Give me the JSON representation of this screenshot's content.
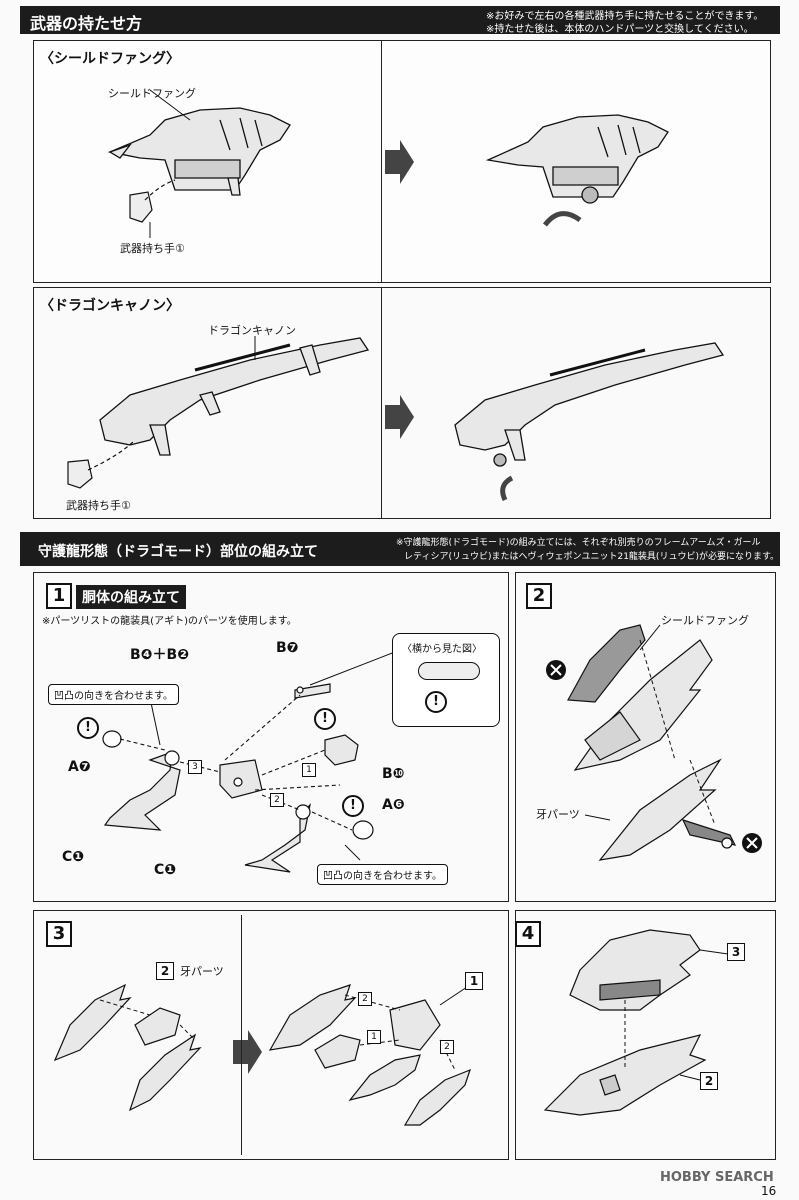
{
  "header": {
    "title": "武器の持たせ方",
    "note1": "※お好みで左右の各種武器持ち手に持たせることができます。",
    "note2": "※持たせた後は、本体のハンドパーツと交換してください。"
  },
  "section1": {
    "title": "〈シールドファング〉",
    "part_label": "シールドファング",
    "hand_label": "武器持ち手①"
  },
  "section2": {
    "title": "〈ドラゴンキャノン〉",
    "part_label": "ドラゴンキャノン",
    "hand_label": "武器持ち手①"
  },
  "assembly": {
    "title": "守護龍形態（ドラゴモード）部位の組み立て",
    "note1": "※守護龍形態(ドラゴモード)の組み立てには、それぞれ別売りのフレームアームズ・ガール",
    "note2": "レティシア(リュウビ)またはヘヴィウェポンユニット21龍装具(リュウビ)が必要になります。"
  },
  "step1": {
    "number": "1",
    "title": "胴体の組み立て",
    "note": "※パーツリストの龍装具(アギト)のパーツを使用します。",
    "label_b4b2": "B❹＋B❷",
    "label_b7": "B❼",
    "label_a7": "A❼",
    "label_b10": "B❿",
    "label_a6": "A❻",
    "label_c1a": "C❶",
    "label_c1b": "C❶",
    "align_note1": "凹凸の向きを合わせます。",
    "align_note2": "凹凸の向きを合わせます。",
    "side_view": "〈横から見た図〉",
    "num3": "3",
    "num1": "1",
    "num2": "2"
  },
  "step2": {
    "number": "2",
    "part_label": "シールドファング",
    "fang_label": "牙パーツ"
  },
  "step3": {
    "number": "3",
    "ref_num": "2",
    "ref_label": "牙パーツ",
    "num1": "1",
    "num2a": "2",
    "num2b": "2",
    "num1b": "1"
  },
  "step4": {
    "number": "4",
    "ref3": "3",
    "ref2": "2"
  },
  "footer": {
    "watermark": "HOBBY SEARCH",
    "page_number": "16"
  }
}
